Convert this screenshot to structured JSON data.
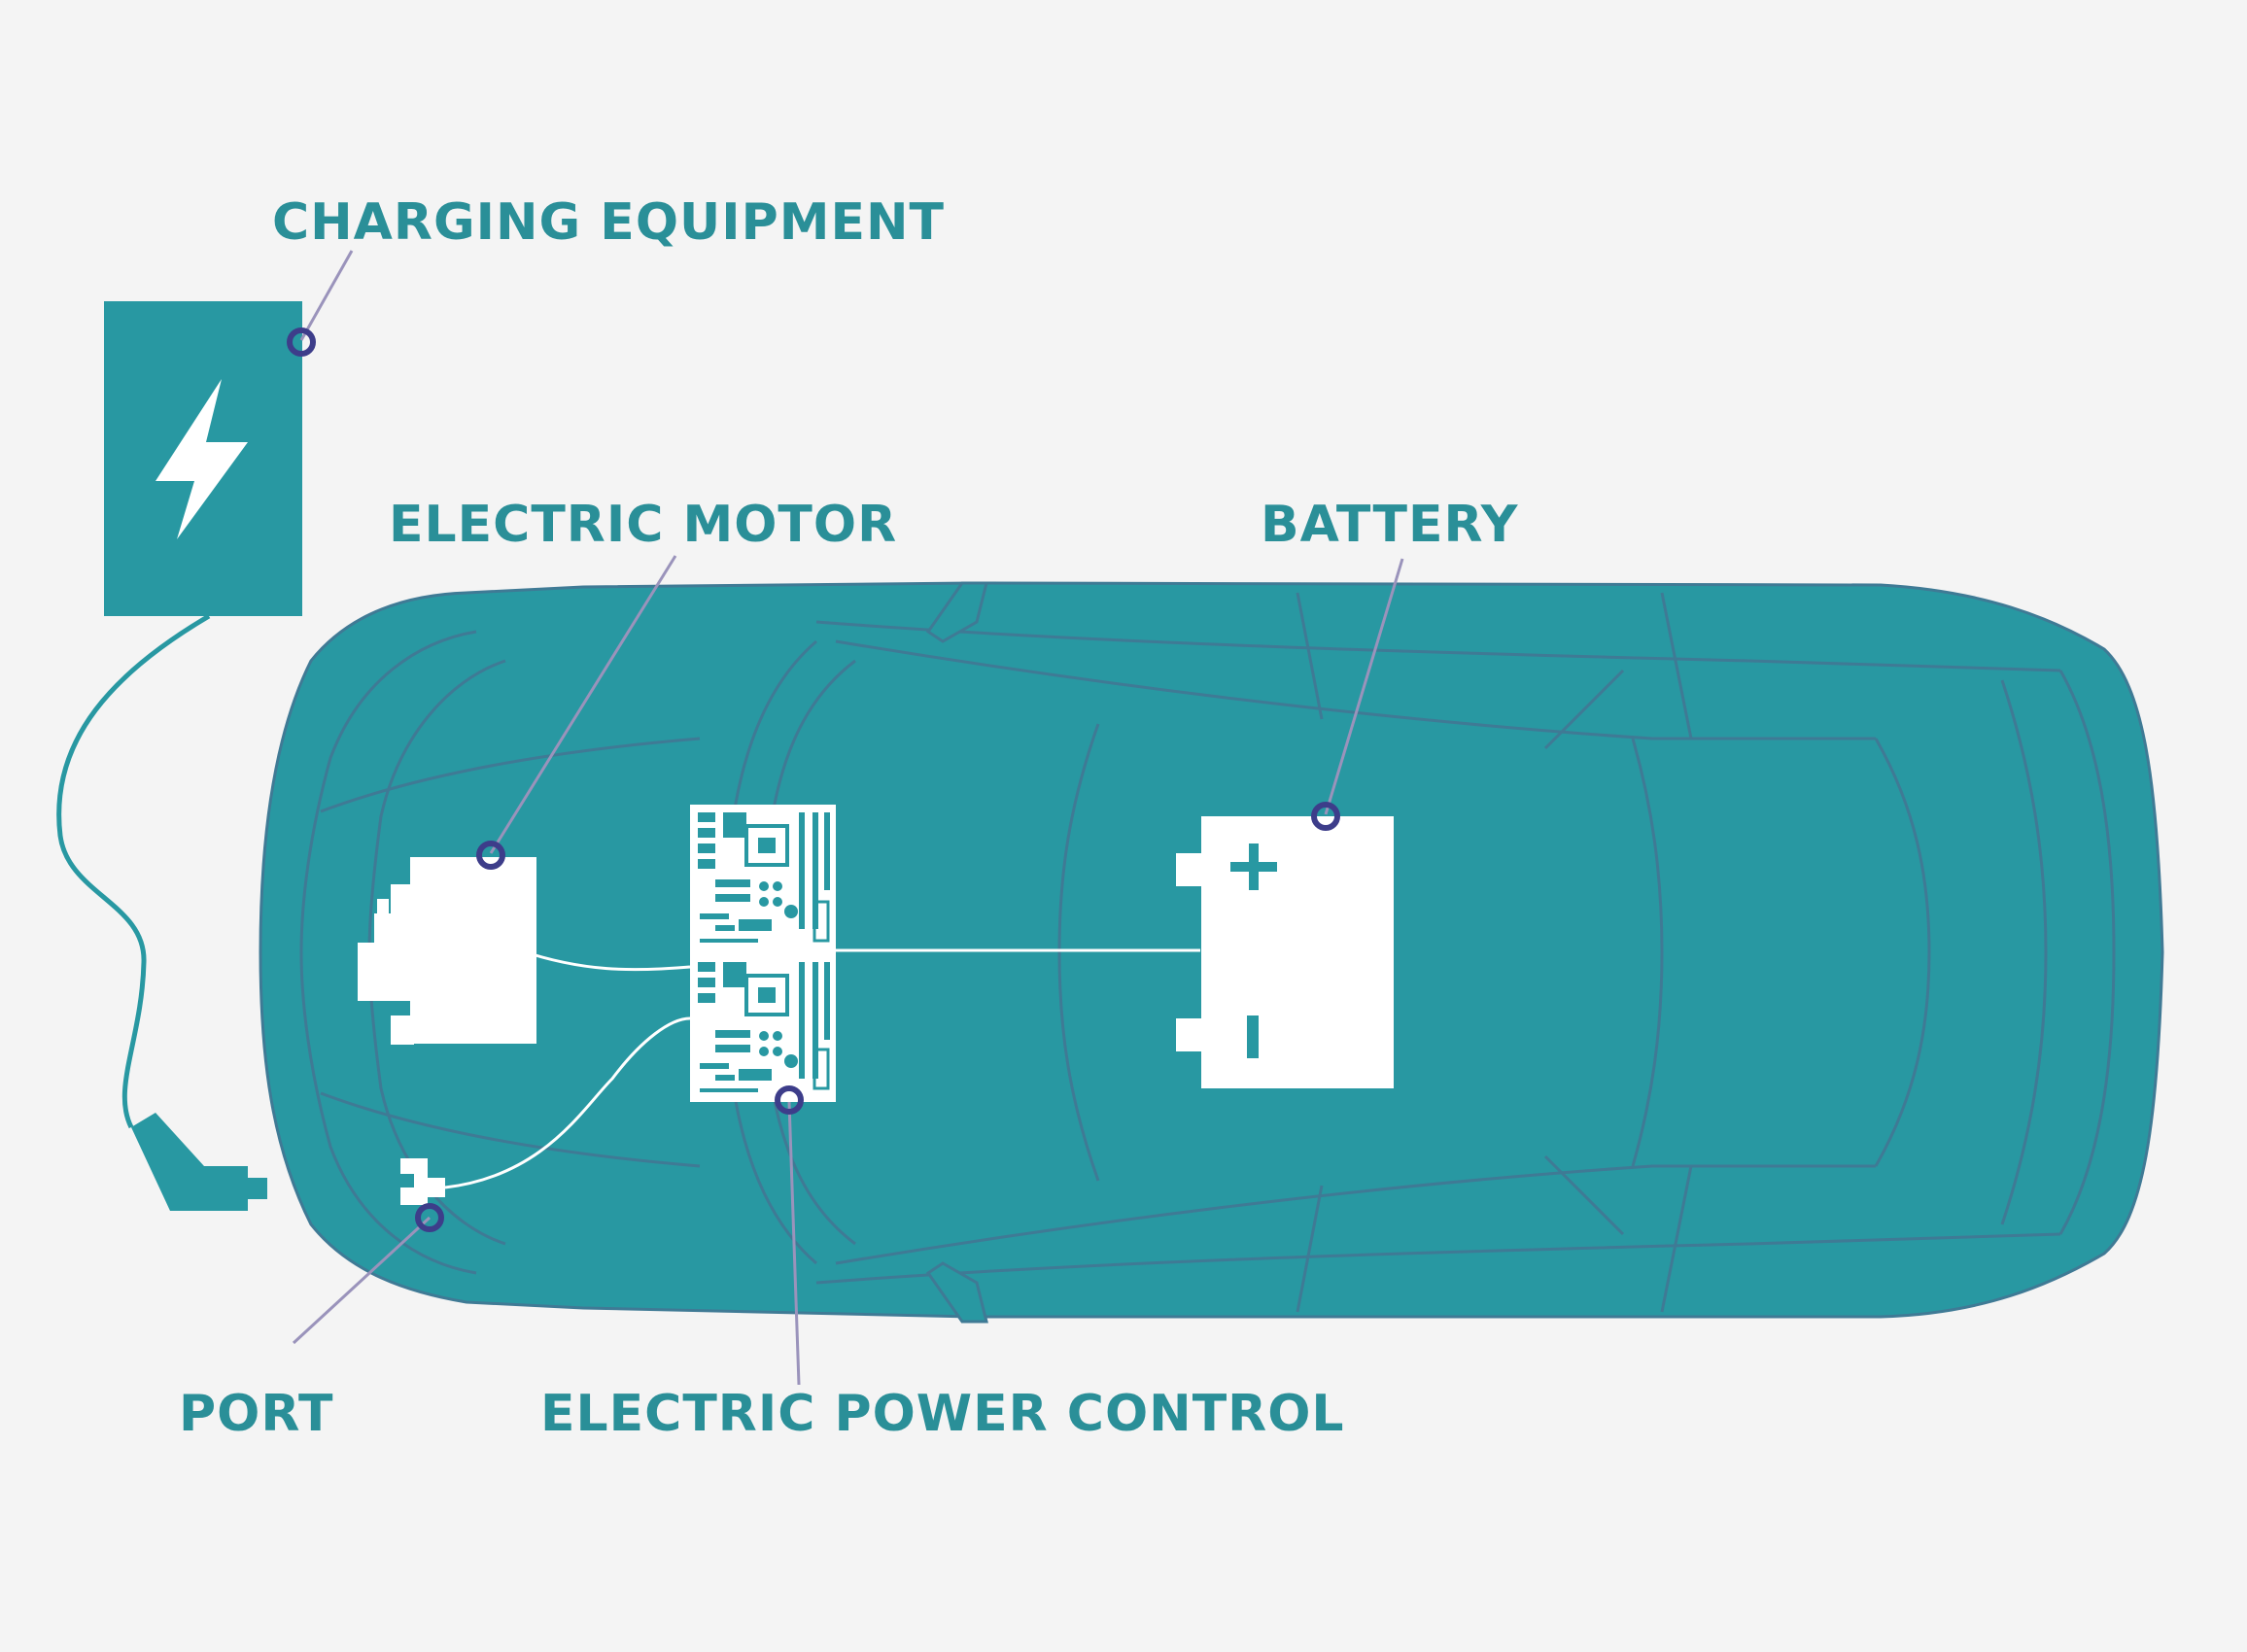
{
  "colors": {
    "background": "#f4f4f4",
    "car_fill": "#2898a2",
    "car_line": "#3f7a95",
    "label_text": "#2a8f98",
    "leader_line": "#9a93bb",
    "marker_ring": "#3d3d8a",
    "component_fill": "#ffffff"
  },
  "labels": {
    "charging_equipment": "CHARGING EQUIPMENT",
    "electric_motor": "ELECTRIC MOTOR",
    "battery": "BATTERY",
    "port": "PORT",
    "electric_power_control": "ELECTRIC POWER CONTROL"
  },
  "icons": {
    "charger": "lightning-bolt-icon",
    "battery_positive": "plus-icon",
    "battery_negative": "minus-icon",
    "plug": "charging-plug-icon"
  }
}
